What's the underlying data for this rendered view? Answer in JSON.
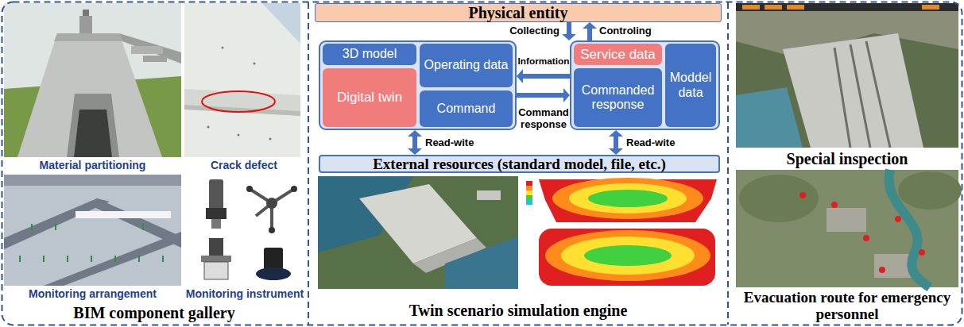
{
  "diagram": {
    "nodes": [
      {
        "text": [
          "Physical entity"
        ]
      },
      {
        "text": []
      },
      {
        "text": [
          "3D model"
        ],
        "in": 1
      },
      {
        "text": [
          "Operating data"
        ],
        "in": 1
      },
      {
        "text": [
          "Digital twin"
        ],
        "in": 1
      },
      {
        "text": [
          "Command"
        ],
        "in": 1
      },
      {
        "text": []
      },
      {
        "text": [
          "Service data"
        ],
        "in": 6
      },
      {
        "text": [
          "Commanded response"
        ],
        "in": 6
      },
      {
        "text": [
          "Moddel data"
        ],
        "in": 6
      },
      {
        "text": [
          "External resources (standard model, file, etc.)"
        ]
      }
    ],
    "edges": [
      {
        "from": 0,
        "to": 6,
        "arrow": "to",
        "label": "Collecting"
      },
      {
        "from": 6,
        "to": 0,
        "arrow": "to",
        "label": "Controling"
      },
      {
        "from": 6,
        "to": 1,
        "arrow": "to",
        "label": "Information"
      },
      {
        "from": 1,
        "to": 6,
        "arrow": "to",
        "label": "Command response"
      },
      {
        "from": 1,
        "to": 10,
        "arrow": "both",
        "label": "Read-wite"
      },
      {
        "from": 6,
        "to": 10,
        "arrow": "both",
        "label": "Read-wite"
      }
    ],
    "labels": [
      "Material partitioning",
      "Crack defect",
      "Monitoring arrangement",
      "Monitoring instrument",
      "BIM component gallery",
      "Twin scenario simulation engine",
      "Special inspection",
      "Evacuation route for emergency personnel"
    ]
  }
}
